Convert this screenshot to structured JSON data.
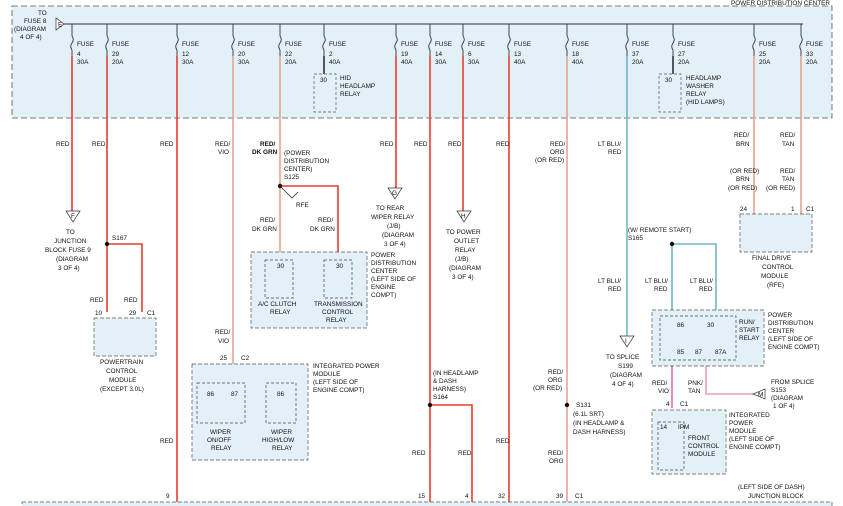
{
  "pdc_title": "POWER DISTRIBUTION CENTER",
  "top_ref": [
    "TO",
    "FUSE 8",
    "(DIAGRAM",
    "4 OF 4)"
  ],
  "connector_e": "E",
  "fuses": [
    {
      "name": "FUSE",
      "num": "4",
      "amp": "30A"
    },
    {
      "name": "FUSE",
      "num": "29",
      "amp": "20A"
    },
    {
      "name": "FUSE",
      "num": "12",
      "amp": "30A"
    },
    {
      "name": "FUSE",
      "num": "20",
      "amp": "30A"
    },
    {
      "name": "FUSE",
      "num": "22",
      "amp": "20A"
    },
    {
      "name": "FUSE",
      "num": "2",
      "amp": "40A"
    },
    {
      "name": "FUSE",
      "num": "19",
      "amp": "40A"
    },
    {
      "name": "FUSE",
      "num": "14",
      "amp": "30A"
    },
    {
      "name": "FUSE",
      "num": "6",
      "amp": "30A"
    },
    {
      "name": "FUSE",
      "num": "13",
      "amp": "40A"
    },
    {
      "name": "FUSE",
      "num": "18",
      "amp": "40A"
    },
    {
      "name": "FUSE",
      "num": "37",
      "amp": "20A"
    },
    {
      "name": "FUSE",
      "num": "27",
      "amp": "20A"
    },
    {
      "name": "FUSE",
      "num": "25",
      "amp": "20A"
    },
    {
      "name": "FUSE",
      "num": "33",
      "amp": "20A"
    }
  ],
  "hid_relay": {
    "pin": "30",
    "label": [
      "HID",
      "HEADLAMP",
      "RELAY"
    ]
  },
  "washer_relay": {
    "pin": "30",
    "label": [
      "HEADLAMP",
      "WASHER",
      "RELAY",
      "(HID LAMPS)"
    ]
  },
  "wire_colors": {
    "red": "RED",
    "red_vio": [
      "RED/",
      "VIO"
    ],
    "red_dkgrn": [
      "RED/",
      "DK GRN"
    ],
    "red_org": [
      "RED/",
      "ORG",
      "(OR RED)"
    ],
    "ltblu_red": [
      "LT BLU/",
      "RED"
    ],
    "red_brn": [
      "RED/",
      "BRN",
      "(OR RED)"
    ],
    "red_tan": [
      "RED/",
      "TAN",
      "(OR RED)"
    ],
    "red_org_only": [
      "RED/",
      "ORG"
    ],
    "red_vio_pink": [
      "RED/",
      "VIO"
    ],
    "pnk_tan": [
      "PNK/",
      "TAN"
    ]
  },
  "conn_f": {
    "letter": "F",
    "label": [
      "TO",
      "JUNCTION",
      "BLOCK FUSE 9",
      "(DIAGRAM",
      "3 OF 4)"
    ]
  },
  "conn_g": {
    "letter": "G",
    "label": [
      "TO REAR",
      "WIPER RELAY",
      "(J/B)",
      "(DIAGRAM",
      "3 OF 4)"
    ]
  },
  "conn_h": {
    "letter": "H",
    "label": [
      "TO POWER",
      "OUTLET",
      "RELAY",
      "(J/B)",
      "(DIAGRAM",
      "3 OF 4)"
    ]
  },
  "conn_i": {
    "letter": "I",
    "label": [
      "TO SPLICE",
      "S199",
      "(DIAGRAM",
      "4 OF 4)"
    ]
  },
  "conn_m": {
    "letter": "M",
    "label": [
      "FROM SPLICE",
      "S153",
      "(DIAGRAM",
      "1 OF 4)"
    ]
  },
  "s125": {
    "label": [
      "(POWER",
      "DISTRIBUTION",
      "CENTER)",
      "S125"
    ],
    "rfe": "RFE"
  },
  "s167": "S167",
  "s165": "(W/ REMOTE START)",
  "s165_id": "S165",
  "s164": {
    "label": [
      "(IN HEADLAMP",
      "& DASH",
      "HARNESS)",
      "S164"
    ]
  },
  "s131": {
    "label": [
      "S131",
      "(6.1L SRT)",
      "(IN HEADLAMP &",
      "DASH HARNESS)"
    ]
  },
  "pdc_relays": {
    "ac": {
      "pin": "30",
      "label": [
        "A/C CLUTCH",
        "RELAY"
      ]
    },
    "trans": {
      "pin": "30",
      "label": [
        "TRANSMISSION",
        "CONTROL",
        "RELAY"
      ]
    },
    "loc": [
      "POWER",
      "DISTRIBUTION",
      "CENTER",
      "(LEFT SIDE OF",
      "ENGINE",
      "COMPT)"
    ]
  },
  "pcm": {
    "pins": [
      "10",
      "29",
      "C1"
    ],
    "label": [
      "POWERTRAIN",
      "CONTROL",
      "MODULE",
      "(EXCEPT 3.0L)"
    ]
  },
  "ipm_wiper": {
    "pins": [
      "25",
      "C2"
    ],
    "loc": [
      "INTEGRATED POWER",
      "MODULE",
      "(LEFT SIDE OF",
      "ENGINE COMPT)"
    ],
    "onoff": {
      "pins": [
        "86",
        "87"
      ],
      "label": [
        "WIPER",
        "ON/OFF",
        "RELAY"
      ]
    },
    "hilo": {
      "pin": "86",
      "label": [
        "WIPER",
        "HIGH/LOW",
        "RELAY"
      ]
    }
  },
  "fdcm": {
    "pins": [
      "24",
      "1",
      "C1"
    ],
    "label": [
      "FINAL DRIVE",
      "CONTROL",
      "MODULE",
      "(RFE)"
    ]
  },
  "run_start": {
    "pins": [
      "86",
      "30",
      "85",
      "87",
      "87A"
    ],
    "label": [
      "RUN/",
      "START",
      "RELAY"
    ],
    "loc": [
      "POWER",
      "DISTRIBUTION",
      "CENTER",
      "(LEFT SIDE OF",
      "ENGINE COMPT)"
    ]
  },
  "fcm": {
    "pins": [
      "4",
      "C1",
      "14"
    ],
    "ipm": "IPM",
    "label": [
      "FRONT",
      "CONTROL",
      "MODULE"
    ],
    "loc": [
      "INTEGRATED",
      "POWER",
      "MODULE",
      "(LEFT SIDE OF",
      "ENGINE COMPT)"
    ]
  },
  "jb": {
    "pins": [
      "9",
      "15",
      "4",
      "32",
      "39",
      "C1"
    ],
    "label": [
      "(LEFT SIDE OF DASH)",
      "JUNCTION BLOCK"
    ]
  }
}
